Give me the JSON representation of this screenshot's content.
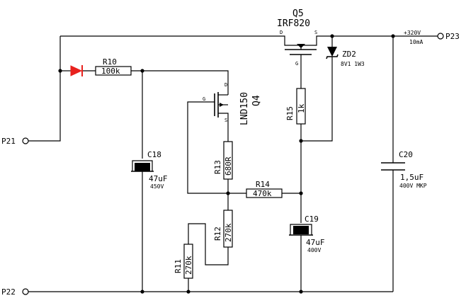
{
  "nets": {
    "p23": "P23",
    "p21": "P21",
    "p22": "P22",
    "supply_voltage": "+320V",
    "supply_current": "10mA"
  },
  "components": {
    "q5": {
      "ref": "Q5",
      "part": "IRF820",
      "pin_d": "D",
      "pin_s": "S",
      "pin_g": "G"
    },
    "q4": {
      "ref": "Q4",
      "part": "LND150",
      "pin_d": "D",
      "pin_s": "S",
      "pin_g": "G"
    },
    "zd2": {
      "ref": "ZD2",
      "value": "8V1 1W3"
    },
    "r10": {
      "ref": "R10",
      "value": "100k"
    },
    "r11": {
      "ref": "R11",
      "value": "270k"
    },
    "r12": {
      "ref": "R12",
      "value": "270k"
    },
    "r13": {
      "ref": "R13",
      "value": "680R"
    },
    "r14": {
      "ref": "R14",
      "value": "470k"
    },
    "r15": {
      "ref": "R15",
      "value": "1k"
    },
    "c18": {
      "ref": "C18",
      "value": "47uF",
      "rating": "450V"
    },
    "c19": {
      "ref": "C19",
      "value": "47uF",
      "rating": "400V"
    },
    "c20": {
      "ref": "C20",
      "value": "1,5uF",
      "rating": "400V MKP"
    }
  },
  "colors": {
    "wire": "#000000",
    "diode": "#e8211d",
    "background": "#ffffff"
  }
}
